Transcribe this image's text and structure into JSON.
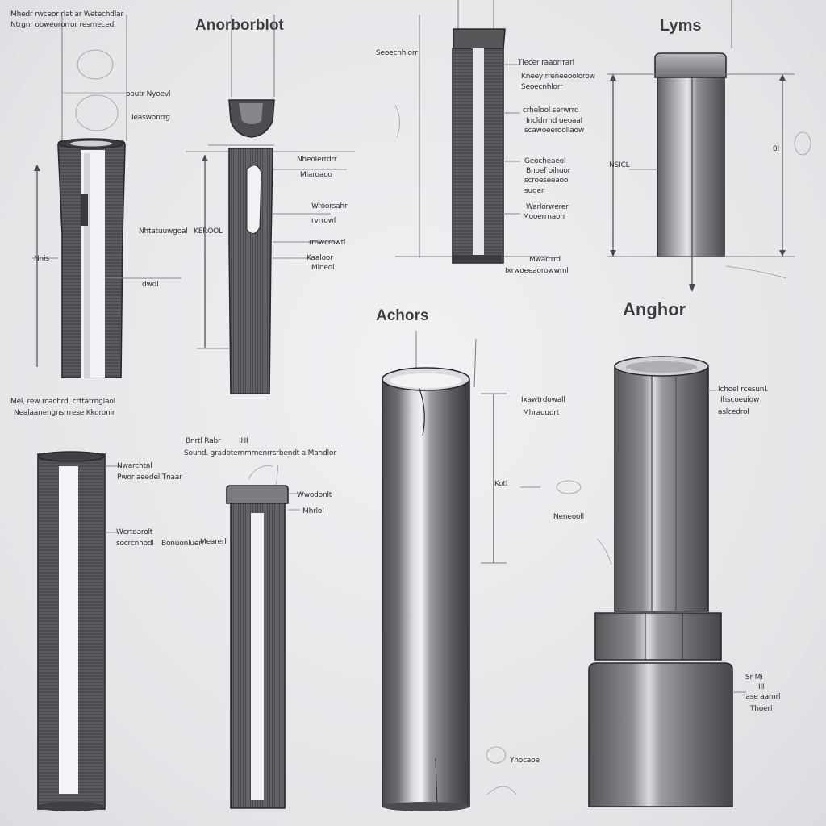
{
  "titles": {
    "anchorbolt": "Anorborblot",
    "lyms": "Lyms",
    "achors": "Achors",
    "anghor": "Anghor"
  },
  "notes": {
    "n1a": "Mhedr rwceor rlat ar Wetechdlar",
    "n1b": "Ntrgnr ooweororror resmecedl",
    "n2": "ooutr Nyoevl",
    "n3": "Ieaswonrrg",
    "n4": "Nhtatuuwgoal",
    "n5": "KEROOL",
    "n6": "Nnis",
    "n7": "dwdl",
    "n8a": "Mel, rew rcachrd, crttatrnglaol",
    "n8b": "Nealaanengnsrrrese Kkoronir",
    "n9a": "Nheolerrdrr",
    "n9b": "Mlaroaoo",
    "n10a": "Wroorsahr",
    "n10b": "rvrrowl",
    "n10c": "rmwcrowtl",
    "n11": "Kaaloor",
    "n12": "Mlneol",
    "n13a": "Tlecer raaorrrarl",
    "n13b": "Kneey rreneeoolorow",
    "n13c": "Seoecnhlorr",
    "n14a": "crhelool serwrrd",
    "n14b": "Incldrrnd ueoaal",
    "n14c": "scawoeeroollaow",
    "n15a": "Geocheaeol",
    "n15b": "Bnoef oihuor",
    "n15c": "scroeseeaoo",
    "n15d": "suger",
    "n16a": "Warlorwerer",
    "n16b": "Mooerrnaorr",
    "n17a": "Mwarrrrd",
    "n17b": "Ixrwoeeaorowwml",
    "n18": "NSICL",
    "n19": "0I",
    "n20a": "Ixawtrdowall",
    "n20b": "Mhrauudrt",
    "n21": "Kotl",
    "n22": "Neneooll",
    "n23a": "Ichoel rcesunl.",
    "n23b": "Ihscoeuiow",
    "n23c": "aslcedrol",
    "n24a": "Nwarchtal",
    "n24b": "Pwor aeedel Tnaar",
    "n25a": "Bnrtl Rabr",
    "n25b": "IHI",
    "n26": "Sound. gradotemmmenrrsrbendt a Mandlor",
    "n27a": "Wcrtoarolt",
    "n27b": "socrcnhodl",
    "n28": "Bonuonluerl",
    "n29a": "Wwodonlt",
    "n29b": "Mhrlol",
    "n29c": "Yhocaoe",
    "n30a": "Sr Mi",
    "n30b": "III",
    "n30c": "Iase aamrl",
    "n30d": "Thoerl",
    "n31": "Mearerl"
  },
  "colors": {
    "paper": "#e9e9ec",
    "ink": "#2a2a2e",
    "metal_dark": "#4d4d52",
    "metal_mid": "#7c7c82",
    "metal_light": "#c9c9cd",
    "highlight": "#f4f4f6"
  }
}
